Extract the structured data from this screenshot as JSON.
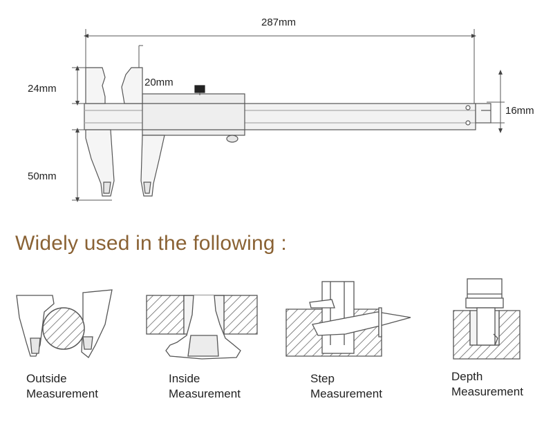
{
  "dimensions": {
    "total_length": "287mm",
    "outer_jaw_height": "50mm",
    "inner_jaw_height": "24mm",
    "inner_jaw_gap": "20mm",
    "beam_width": "16mm"
  },
  "headline": "Widely used in the following :",
  "uses": [
    {
      "line1": "Outside",
      "line2": "Measurement"
    },
    {
      "line1": "Inside",
      "line2": "Measurement"
    },
    {
      "line1": "Step",
      "line2": "Measurement"
    },
    {
      "line1": "Depth",
      "line2": "Measurement"
    }
  ],
  "colors": {
    "headline": "#8a6234",
    "line": "#555555",
    "hatch": "#666666"
  }
}
